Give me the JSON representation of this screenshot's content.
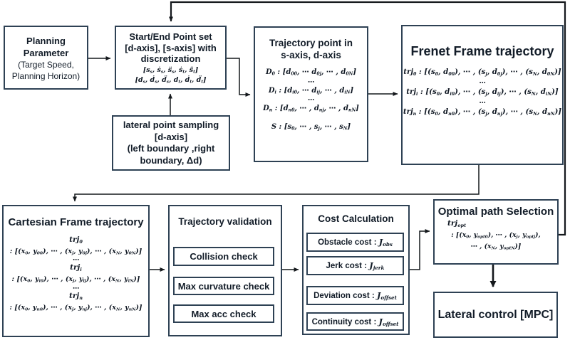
{
  "colors": {
    "border": "#2e4154",
    "text": "#121c28",
    "arrow": "#14181c"
  },
  "planning": {
    "title_lines": [
      "Planning",
      "Parameter"
    ],
    "subtitle_lines": [
      "(Target Speed,",
      "Planning Horizon)"
    ]
  },
  "start_end": {
    "title_lines": [
      "Start/End Point set",
      "[d-axis], [s-axis] with",
      "discretization"
    ],
    "math_lines": [
      "[s_{s}, ṡ_{s}, s̈_{s}, ṡ_{t}, s̈_{t}]",
      "[d_{s}, ḋ_{s}, d̈_{s}, d_{t}, ḋ_{t}, d̈_{t}]"
    ]
  },
  "lateral_sampling": {
    "title_lines": [
      "lateral point sampling",
      "[d-axis]"
    ],
    "subtitle_lines": [
      "(left boundary ,right",
      "boundary, Δd)"
    ]
  },
  "trajectory_point": {
    "title_lines": [
      "Trajectory point in",
      "s-axis, d-axis"
    ],
    "math_lines": [
      "D_{0} : [d_{00}, ⋯ d_{0j}, ⋯ , d_{0N}]",
      "⋯",
      "D_{i} : [d_{i0}, ⋯ d_{ij}, ⋯ , d_{iN}]",
      "⋯",
      "D_{n} : [d_{n0}, ⋯ , d_{nj}, ⋯ , d_{nN}]",
      "S : [s_{0}, ⋯ , s_{j}, ⋯ , s_{N}]"
    ]
  },
  "frenet": {
    "title": "Frenet Frame trajectory",
    "math_lines": [
      "trj_{0} : [(s_{0}, d_{00}), ⋯ , (s_{j}, d_{0j}), ⋯ , (s_{N}, d_{0N})]",
      "⋯",
      "trj_{i} : [(s_{0}, d_{i0}), ⋯ , (s_{j}, d_{ij}), ⋯ , (s_{N}, d_{iN})]",
      "⋯",
      "trj_{n} : [(s_{0}, d_{n0}), ⋯ , (s_{j}, d_{nj}), ⋯ , (s_{N}, d_{nN})]"
    ]
  },
  "cartesian": {
    "title": "Cartesian Frame trajectory",
    "math_lines": [
      "trj_{0}",
      ": [(x_{0}, y_{00}), ⋯ , (x_{j}, y_{0j}), ⋯ , (x_{N}, y_{0N})]",
      "⋯",
      "trj_{i}",
      ": [(x_{0}, y_{i0}), ⋯ , (x_{j}, y_{ij}), ⋯ , (x_{N}, y_{iN})]",
      "⋯",
      "trj_{n}",
      ": [(x_{0}, y_{n0}), ⋯ , (x_{j}, y_{nj}), ⋯ , (x_{N}, y_{nN})]"
    ]
  },
  "validation": {
    "title": "Trajectory validation",
    "checks": [
      "Collision check",
      "Max curvature check",
      "Max acc check"
    ]
  },
  "cost": {
    "title": "Cost Calculation",
    "items": [
      "Obstacle cost : *J*_{obs}",
      "Jerk cost : *J*_{jerk}",
      "Deviation cost : *J*_{offset}",
      "Continuity cost : *J*_{offset}"
    ]
  },
  "optimal": {
    "title": "Optimal path Selection",
    "math_lines": [
      "trj_{opt}",
      ": [(x_{0}, y_{opt0}), ⋯ , (x_{j}, y_{optj}),",
      "⋯ , (x_{N}, y_{optN})]"
    ]
  },
  "lateral_control": {
    "title": "Lateral control [MPC]"
  }
}
